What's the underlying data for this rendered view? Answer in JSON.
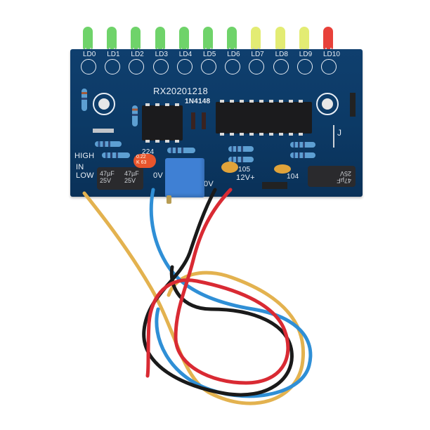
{
  "product": {
    "type": "LED level indicator PCB module with wires",
    "board_color": "#0c3a66",
    "silkscreen": {
      "board_code": "RX20201218",
      "diode_label": "1N4148",
      "jumper_label": "J",
      "cap_224": "224",
      "cap_105": "105",
      "cap_104": "104",
      "input_high": "HIGH",
      "input_in": "IN",
      "input_low": "LOW",
      "ov_left": "0V",
      "ov_right": "0V",
      "supply": "12V+"
    },
    "leds": [
      {
        "label": "LD0",
        "color": "#6fd36a"
      },
      {
        "label": "LD1",
        "color": "#6fd36a"
      },
      {
        "label": "LD2",
        "color": "#6fd36a"
      },
      {
        "label": "LD3",
        "color": "#6fd36a"
      },
      {
        "label": "LD4",
        "color": "#6fd36a"
      },
      {
        "label": "LD5",
        "color": "#6fd36a"
      },
      {
        "label": "LD6",
        "color": "#6fd36a"
      },
      {
        "label": "LD7",
        "color": "#e3ec73"
      },
      {
        "label": "LD8",
        "color": "#e3ec73"
      },
      {
        "label": "LD9",
        "color": "#e3ec73"
      },
      {
        "label": "LD10",
        "color": "#e8413a"
      }
    ],
    "capacitors": {
      "electrolytic_left_1": {
        "value": "47µF",
        "voltage": "25V"
      },
      "electrolytic_left_2": {
        "value": "47µF",
        "voltage": "25V"
      },
      "electrolytic_right": {
        "value": "47µF",
        "voltage": "25V"
      },
      "film_cap": {
        "line1": "0.22",
        "line2": "K  63"
      }
    },
    "wires": [
      {
        "name": "yellow",
        "color": "#e3b24f"
      },
      {
        "name": "blue",
        "color": "#2f8fd6"
      },
      {
        "name": "black",
        "color": "#1a1a1a"
      },
      {
        "name": "red",
        "color": "#d92a33"
      }
    ]
  }
}
